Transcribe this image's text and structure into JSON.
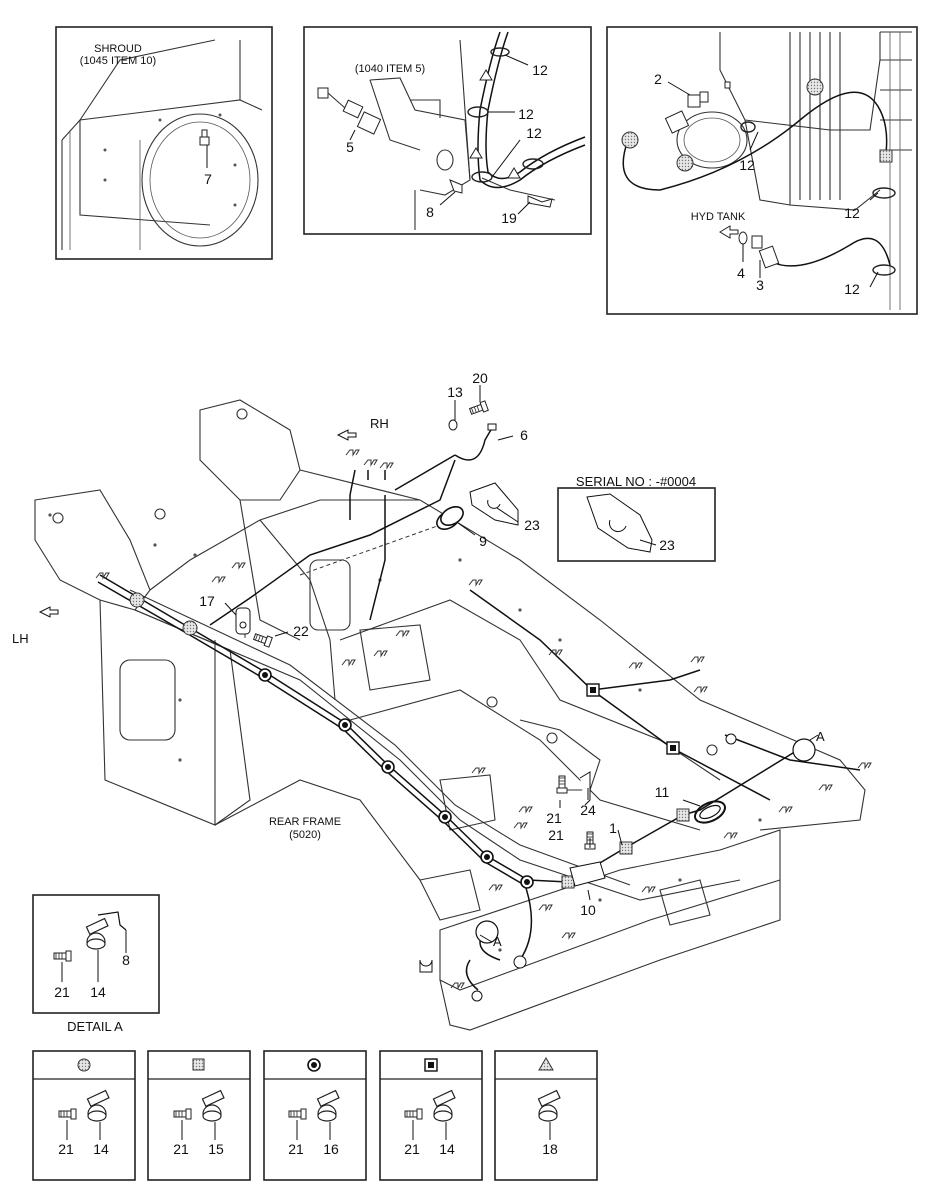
{
  "inset_shroud": {
    "title_line1": "SHROUD",
    "title_line2": "(1045 ITEM 10)",
    "callout_7": "7"
  },
  "inset_engine": {
    "title": "(1040 ITEM 5)",
    "callout_5": "5",
    "callout_8": "8",
    "callout_12a": "12",
    "callout_12b": "12",
    "callout_12c": "12",
    "callout_19": "19"
  },
  "inset_hyd": {
    "title": "HYD TANK",
    "callout_2": "2",
    "callout_3": "3",
    "callout_4": "4",
    "callout_12a": "12",
    "callout_12b": "12",
    "callout_12c": "12"
  },
  "main": {
    "rh": "RH",
    "lh": "LH",
    "rear_frame_line1": "REAR FRAME",
    "rear_frame_line2": "(5020)",
    "point_a_top": "A",
    "point_a_bottom": "A",
    "callouts": {
      "c1": "1",
      "c6": "6",
      "c9": "9",
      "c10": "10",
      "c11": "11",
      "c13": "13",
      "c17": "17",
      "c20": "20",
      "c21a": "21",
      "c21b": "21",
      "c22": "22",
      "c23": "23",
      "c24": "24"
    }
  },
  "serial_box": {
    "title": "SERIAL NO : -#0004",
    "callout": "23"
  },
  "detail_a": {
    "title": "DETAIL A",
    "callout_8": "8",
    "callout_21": "21",
    "callout_14": "14"
  },
  "legend": [
    {
      "symbol": "shaded-circle",
      "bolt": "21",
      "clamp": "14"
    },
    {
      "symbol": "shaded-square",
      "bolt": "21",
      "clamp": "15"
    },
    {
      "symbol": "target-circle",
      "bolt": "21",
      "clamp": "16"
    },
    {
      "symbol": "target-square",
      "bolt": "21",
      "clamp": "14"
    },
    {
      "symbol": "shaded-triangle",
      "clamp": "18"
    }
  ]
}
